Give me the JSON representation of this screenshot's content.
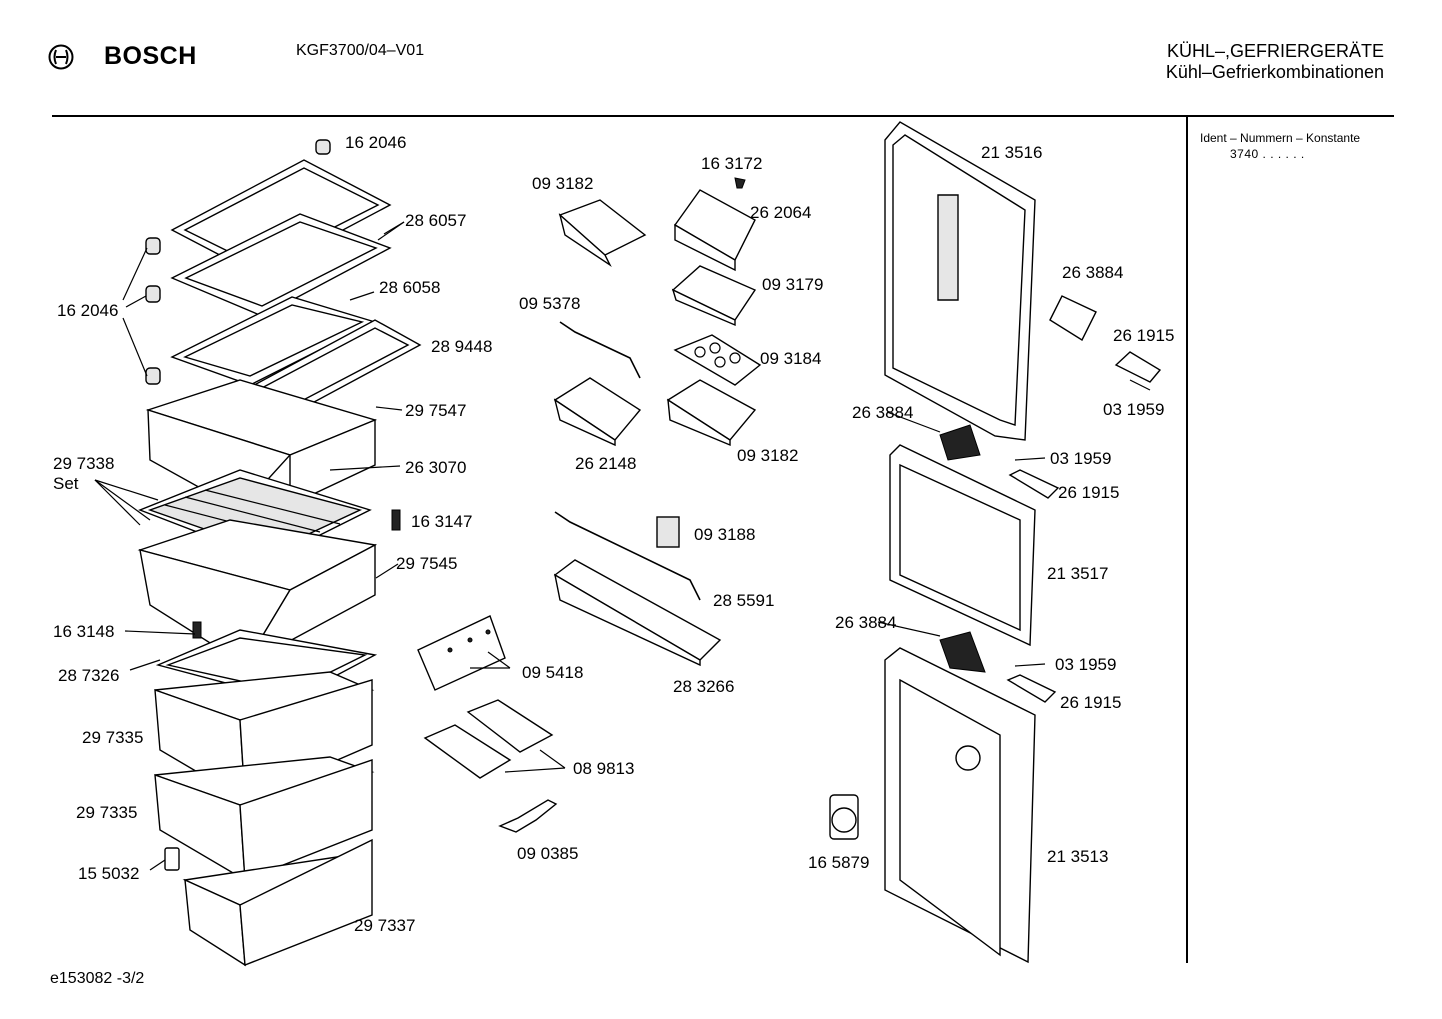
{
  "header": {
    "brand": "BOSCH",
    "model": "KGF3700/04–V01",
    "category_line1": "KÜHL–,GEFRIERGERÄTE",
    "category_line2": "Kühl–Gefrierkombinationen"
  },
  "ident": {
    "title": "Ident – Nummern – Konstante",
    "value": "3740  .  .  .  .  .  ."
  },
  "footer": "e153082   -3/2",
  "parts": [
    "16 2046",
    "28 6057",
    "16 2046",
    "28 6058",
    "28 9448",
    "29 7547",
    "29 7338",
    "Set",
    "26 3070",
    "16 3147",
    "29 7545",
    "16 3148",
    "28 7326",
    "29 7335",
    "29 7335",
    "15 5032",
    "29 7337",
    "16 3172",
    "09 3182",
    "26 2064",
    "09 3179",
    "09 5378",
    "09 3184",
    "26 2148",
    "09 3182",
    "09 3188",
    "28 5591",
    "09 5418",
    "28 3266",
    "08 9813",
    "09 0385",
    "21 3516",
    "26 3884",
    "26 1915",
    "03 1959",
    "26 3884",
    "03 1959",
    "26 1915",
    "21 3517",
    "26 3884",
    "03 1959",
    "26 1915",
    "16 5879",
    "21 3513"
  ]
}
